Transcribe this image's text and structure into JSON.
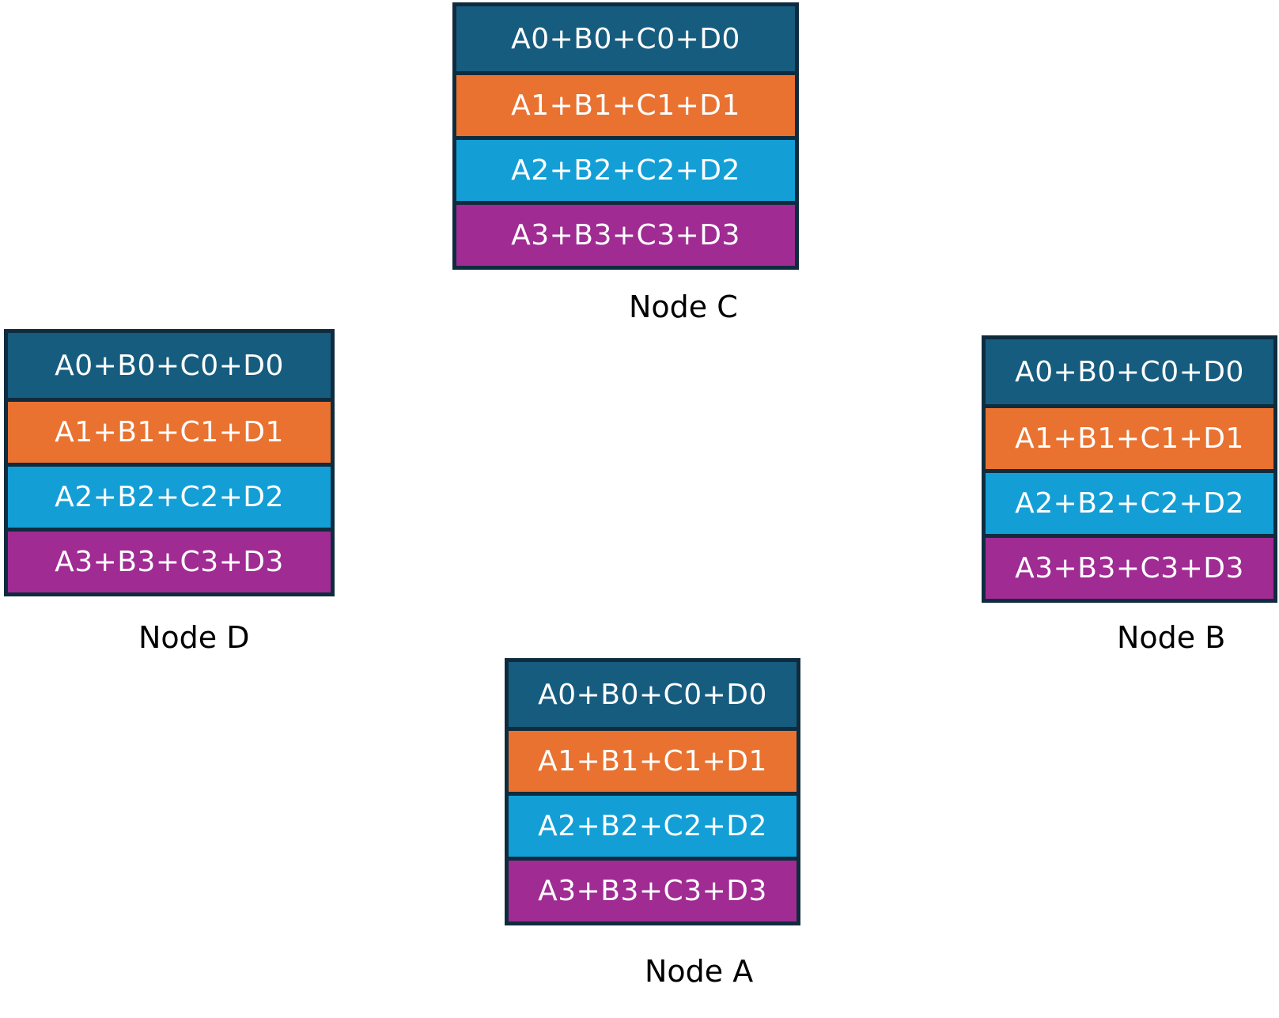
{
  "colors": {
    "row0": "#165c7f",
    "row1": "#e97230",
    "row2": "#139fd6",
    "row3": "#a02b93",
    "border": "#0f2c3e"
  },
  "rows": [
    "A0+B0+C0+D0",
    "A1+B1+C1+D1",
    "A2+B2+C2+D2",
    "A3+B3+C3+D3"
  ],
  "nodes": {
    "c": {
      "label": "Node C"
    },
    "d": {
      "label": "Node D"
    },
    "b": {
      "label": "Node B"
    },
    "a": {
      "label": "Node A"
    }
  }
}
